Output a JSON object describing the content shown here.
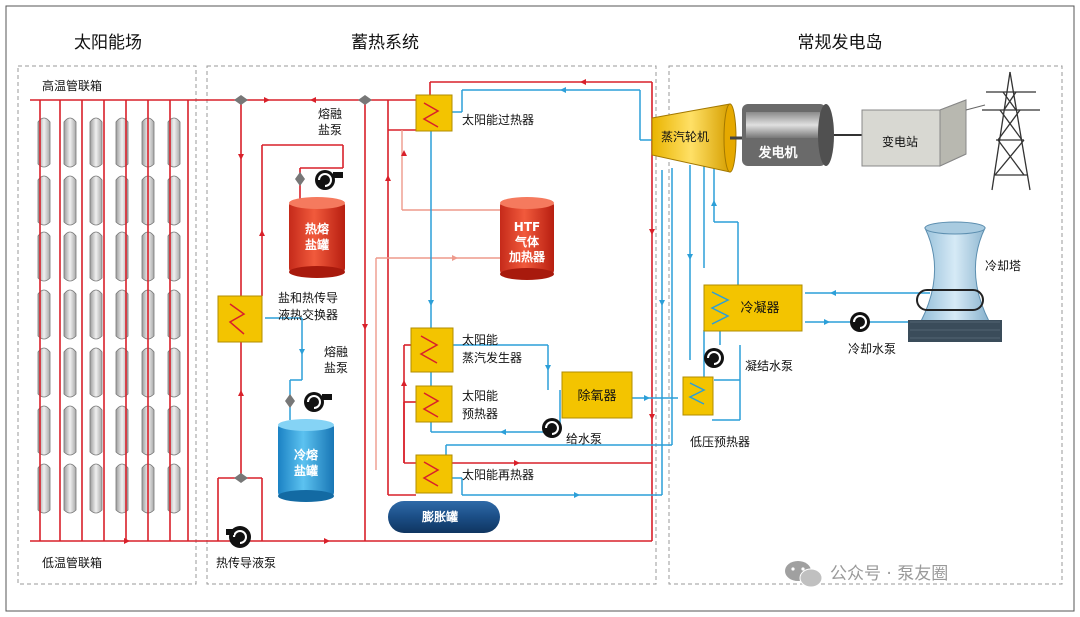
{
  "sections": {
    "solar_field": "太阳能场",
    "storage": "蓄热系统",
    "power_island": "常规发电岛"
  },
  "labels": {
    "hot_header": "高温管联箱",
    "cold_header": "低温管联箱",
    "molten_salt_pump_top": [
      "熔融",
      "盐泵"
    ],
    "molten_salt_pump_bottom": [
      "熔融",
      "盐泵"
    ],
    "hot_salt_tank": [
      "热熔",
      "盐罐"
    ],
    "cold_salt_tank": [
      "冷熔",
      "盐罐"
    ],
    "salt_htf_exchanger": [
      "盐和热传导",
      "液热交换器"
    ],
    "htf_heater": [
      "HTF",
      "气体",
      "加热器"
    ],
    "superheater": "太阳能过热器",
    "steam_generator": [
      "太阳能",
      "蒸汽发生器"
    ],
    "preheater": [
      "太阳能",
      "预热器"
    ],
    "reheater": "太阳能再热器",
    "deaerator": "除氧器",
    "feed_pump": "给水泵",
    "expansion_tank": "膨胀罐",
    "htf_pump": "热传导液泵",
    "turbine": "蒸汽轮机",
    "generator": "发电机",
    "substation": "变电站",
    "cooling_tower": "冷却塔",
    "condenser": "冷凝器",
    "cooling_pump": "冷却水泵",
    "condensate_pump": "凝结水泵",
    "lp_heater": "低压预热器"
  },
  "watermark": "公众号 · 泵友圈",
  "colors": {
    "hot_line": "#d9202a",
    "light_red_line": "#ee9a8c",
    "water_line": "#2c9fd8",
    "exchanger_fill": "#f3c400",
    "hot_tank": "#e23b25",
    "cold_tank": "#2fa3de",
    "htf_tank": "#e23b25",
    "expansion_tank": "#1a4f8a"
  }
}
